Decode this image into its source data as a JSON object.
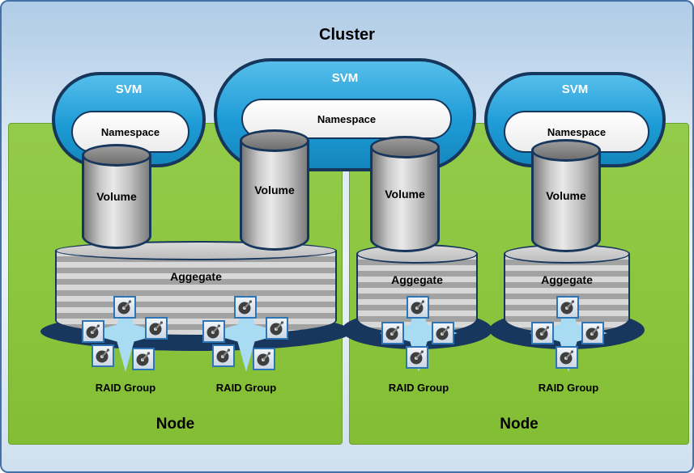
{
  "title": "Cluster",
  "nodes": [
    {
      "label": "Node"
    },
    {
      "label": "Node"
    }
  ],
  "svms": [
    {
      "label": "SVM",
      "namespace_label": "Namespace"
    },
    {
      "label": "SVM",
      "namespace_label": "Namespace"
    },
    {
      "label": "SVM",
      "namespace_label": "Namespace"
    }
  ],
  "volumes": [
    {
      "label": "Volume"
    },
    {
      "label": "Volume"
    },
    {
      "label": "Volume"
    },
    {
      "label": "Volume"
    }
  ],
  "aggregates": [
    {
      "label": "Aggegate"
    },
    {
      "label": "Aggegate"
    },
    {
      "label": "Aggegate"
    }
  ],
  "raid_groups": [
    {
      "label": "RAID Group",
      "disk_count": 5
    },
    {
      "label": "RAID Group",
      "disk_count": 5
    },
    {
      "label": "RAID Group",
      "disk_count": 4
    },
    {
      "label": "RAID Group",
      "disk_count": 4
    }
  ],
  "colors": {
    "svm_blue": "#1E9CD7",
    "outline_navy": "#16365C",
    "node_green": "#8CC63E",
    "sky_blue": "#C2D8EC",
    "aggregate_base_navy": "#17375E",
    "disk_border_blue": "#2E75B6",
    "burst_blue": "#A9DBF2"
  }
}
